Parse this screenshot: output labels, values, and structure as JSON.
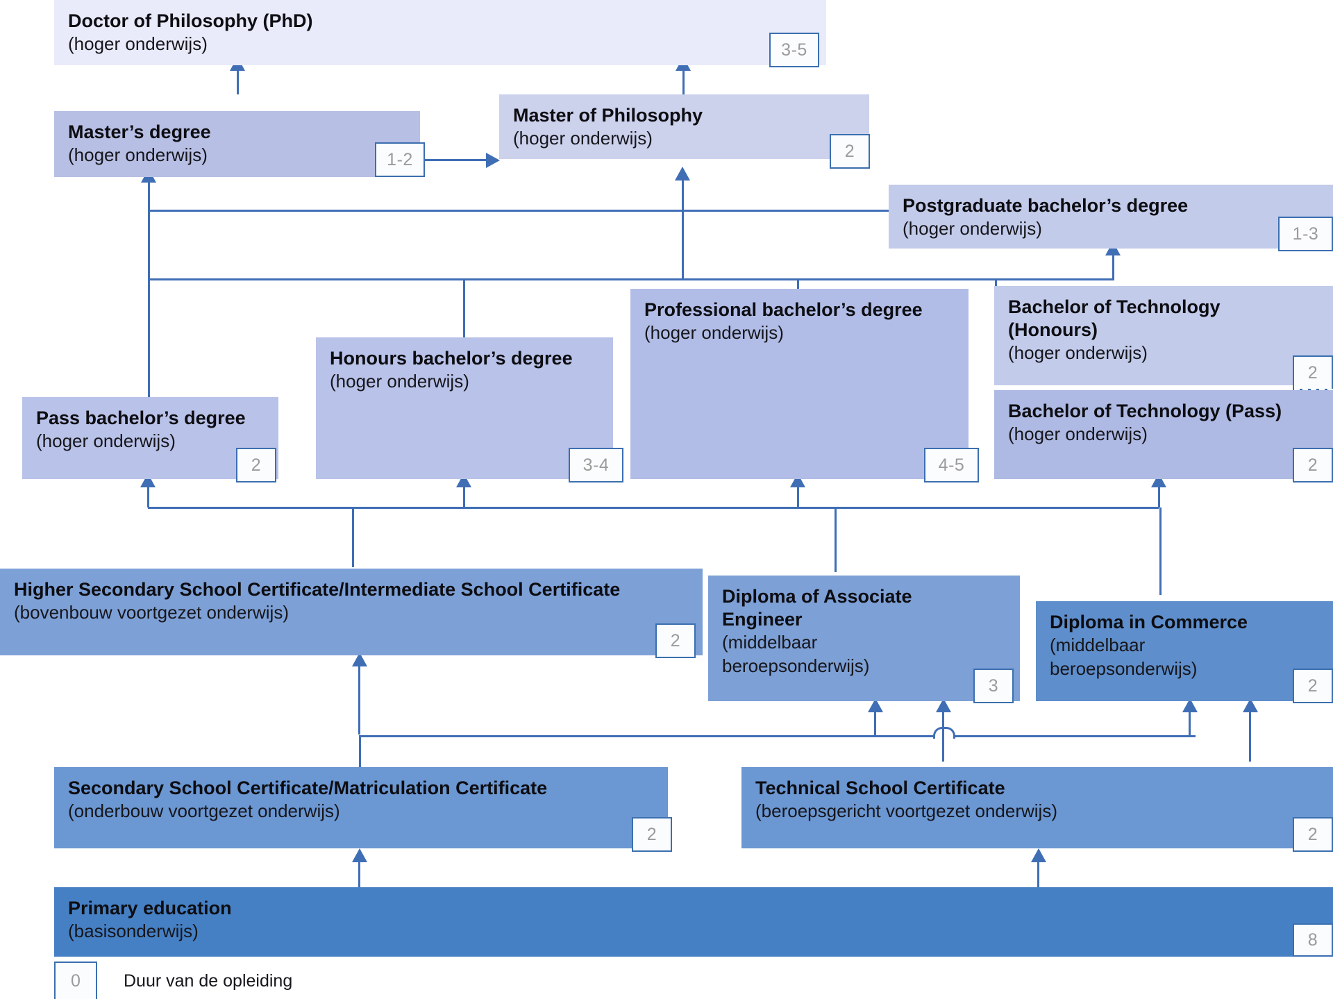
{
  "diagram": {
    "title_language": "nl",
    "accent_color": "#3f6eb5",
    "badge_border_color": "#3b6fb0",
    "badge_text_color": "#9b9b9b"
  },
  "nodes": {
    "phd": {
      "title": "Doctor of Philosophy (PhD)",
      "subtitle": "(hoger onderwijs)",
      "duration": "3-5"
    },
    "msc": {
      "title": "Master’s degree",
      "subtitle": "(hoger onderwijs)",
      "duration": ""
    },
    "mphil": {
      "title": "Master of Philosophy",
      "subtitle": "(hoger onderwijs)",
      "duration": "2"
    },
    "pgb": {
      "title": "Postgraduate bachelor’s degree",
      "subtitle": "(hoger onderwijs)",
      "duration": "1-3"
    },
    "prof": {
      "title": "Professional bachelor’s degree",
      "subtitle": "(hoger onderwijs)",
      "duration": "4-5"
    },
    "hons": {
      "title": "Honours bachelor’s degree",
      "subtitle": "(hoger onderwijs)",
      "duration": "3-4"
    },
    "pass": {
      "title": "Pass bachelor’s degree",
      "subtitle": "(hoger onderwijs)",
      "duration": "2"
    },
    "btech_hons": {
      "title": "Bachelor of Technology",
      "title2": "(Honours)",
      "subtitle": "(hoger onderwijs)",
      "duration": "2"
    },
    "btech_pass": {
      "title": "Bachelor of Technology (Pass)",
      "subtitle": "(hoger onderwijs)",
      "duration": "2"
    },
    "hsc": {
      "title": "Higher Secondary School Certificate/Intermediate School Certificate",
      "subtitle": "(bovenbouw voortgezet onderwijs)",
      "duration": "2"
    },
    "dae": {
      "title": "Diploma of Associate",
      "title2": "Engineer",
      "subtitle": "(middelbaar",
      "subtitle2": "beroepsonderwijs)",
      "duration": "3"
    },
    "dcom": {
      "title": "Diploma in Commerce",
      "subtitle": "(middelbaar",
      "subtitle2": "beroepsonderwijs)",
      "duration": "2"
    },
    "ssc": {
      "title": "Secondary School Certificate/Matriculation Certificate",
      "subtitle": "(onderbouw voortgezet onderwijs)",
      "duration": "2"
    },
    "tsc": {
      "title": "Technical School Certificate",
      "subtitle": "(beroepsgericht voortgezet onderwijs)",
      "duration": "2"
    },
    "prim": {
      "title": "Primary education",
      "subtitle": "(basisonderwijs)",
      "duration": "8"
    }
  },
  "edge_labels": {
    "msc_to_mphil": "1-2"
  },
  "legend": {
    "sample_value": "0",
    "label": "Duur van de opleiding"
  }
}
